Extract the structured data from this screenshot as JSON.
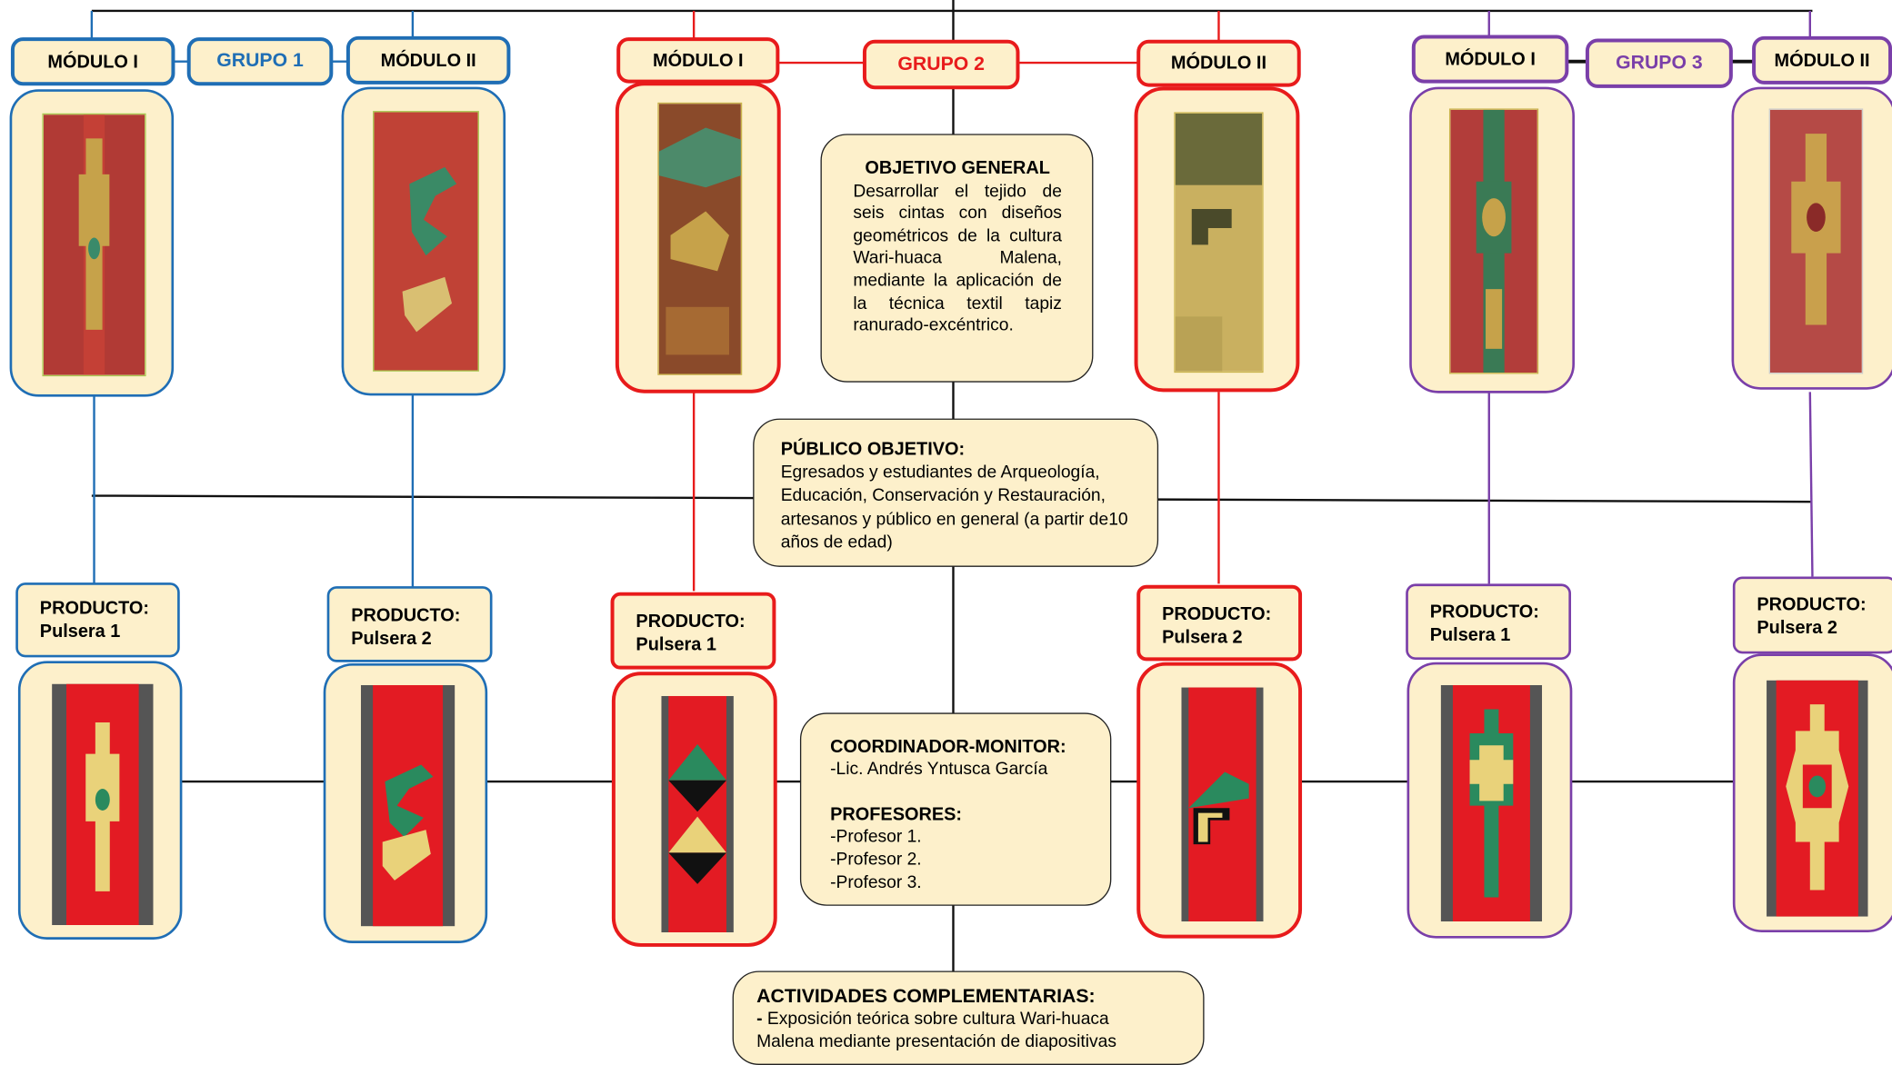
{
  "groups": [
    {
      "name": "GRUPO 1",
      "color": "#1f6eb5",
      "module_a": "MÓDULO I",
      "module_b": "MÓDULO II",
      "product_a": {
        "title": "PRODUCTO:",
        "item": "Pulsera 1"
      },
      "product_b": {
        "title": "PRODUCTO:",
        "item": "Pulsera 2"
      }
    },
    {
      "name": "GRUPO 2",
      "color": "#e81b1b",
      "module_a": "MÓDULO I",
      "module_b": "MÓDULO II",
      "product_a": {
        "title": "PRODUCTO:",
        "item": "Pulsera 1"
      },
      "product_b": {
        "title": "PRODUCTO:",
        "item": "Pulsera 2"
      }
    },
    {
      "name": "GRUPO 3",
      "color": "#7a3fa9",
      "module_a": "MÓDULO I",
      "module_b": "MÓDULO II",
      "product_a": {
        "title": "PRODUCTO:",
        "item": "Pulsera 1"
      },
      "product_b": {
        "title": "PRODUCTO:",
        "item": "Pulsera 2"
      }
    }
  ],
  "objective": {
    "title": "OBJETIVO GENERAL",
    "body": "Desarrollar el tejido de seis cintas con diseños geométricos de la cultura Wari-huaca Malena, mediante la aplicación de la técnica textil tapiz ranurado-excéntrico."
  },
  "audience": {
    "title": "PÚBLICO OBJETIVO:",
    "body": "Egresados y estudiantes de Arqueología, Educación, Conservación y Restauración, artesanos y público en general (a partir de10 años de edad)"
  },
  "staff": {
    "coordinator_title": "COORDINADOR-MONITOR:",
    "coordinator": "-Lic. Andrés Yntusca García",
    "teachers_title": "PROFESORES:",
    "teachers": [
      "-Profesor 1.",
      "-Profesor 2.",
      "-Profesor 3."
    ]
  },
  "activities": {
    "title": "ACTIVIDADES COMPLEMENTARIAS:",
    "dash": "-",
    "body_1": " Exposición teórica sobre cultura Wari-huaca",
    "body_2": "Malena mediante presentación de diapositivas"
  },
  "colors": {
    "card_fill": "#fdf0cb",
    "weave_red": "#e31b23",
    "weave_yellow": "#e9d27a",
    "weave_green": "#2a8a5e",
    "ancient_red": "#b8413a",
    "ancient_yellow": "#c9ad55"
  }
}
